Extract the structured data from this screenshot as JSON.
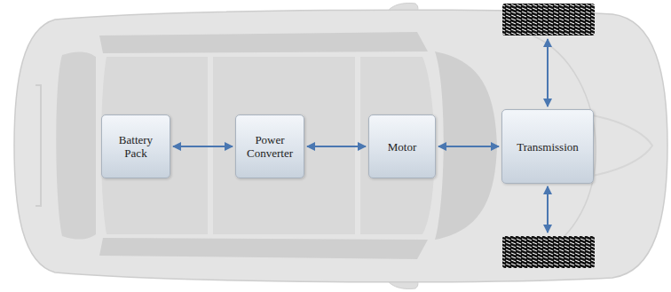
{
  "diagram": {
    "nodes": [
      {
        "text": [
          "Battery Pack"
        ]
      },
      {
        "text": [
          "Power Converter"
        ]
      },
      {
        "text": [
          "Motor"
        ]
      },
      {
        "text": [
          "Transmission"
        ]
      }
    ],
    "edges": [
      {
        "from": 0,
        "to": 1,
        "arrow": "both"
      },
      {
        "from": 1,
        "to": 2,
        "arrow": "both"
      },
      {
        "from": 2,
        "to": 3,
        "arrow": "both"
      }
    ]
  }
}
